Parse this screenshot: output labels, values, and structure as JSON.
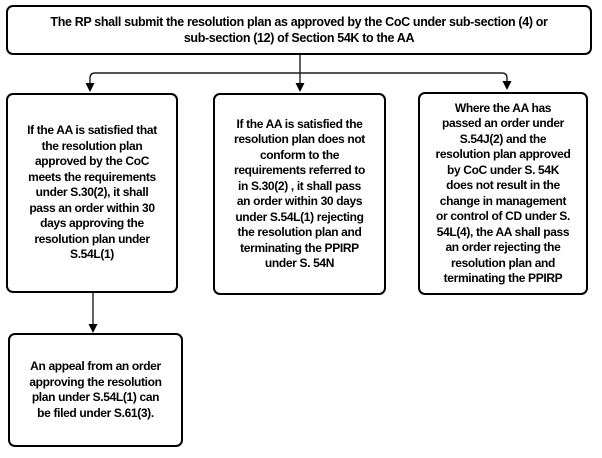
{
  "diagram": {
    "title_box": {
      "text": "The RP shall submit the resolution plan as approved by the CoC under sub-section (4) or\nsub-section (12) of Section 54K to the AA"
    },
    "approve_box": {
      "text": "If the AA is satisfied that\nthe resolution plan\napproved by the CoC\nmeets the requirements\nunder S.30(2), it shall\npass an order within 30\ndays approving the\nresolution plan under\nS.54L(1)"
    },
    "reject_box": {
      "text": "If the AA is satisfied the\nresolution plan does not\nconform to the\nrequirements referred to\nin S.30(2) , it shall pass\nan order within 30 days\nunder S.54L(1) rejecting\nthe resolution plan and\nterminating the PPIRP\nunder S. 54N"
    },
    "no_change_box": {
      "text": "Where the AA has\npassed an order under\nS.54J(2) and the\nresolution plan approved\nby CoC under S. 54K\ndoes not result in the\nchange in management\nor control of CD under S.\n54L(4), the AA shall pass\nan order rejecting the\nresolution plan and\nterminating the PPIRP"
    },
    "appeal_box": {
      "text": "An appeal from an order\napproving the resolution\nplan under S.54L(1) can\nbe filed under S.61(3)."
    }
  },
  "colors": {
    "box_border": "#000000",
    "box_background": "#ffffff",
    "text": "#000000",
    "connector": "#1f1f1f"
  }
}
